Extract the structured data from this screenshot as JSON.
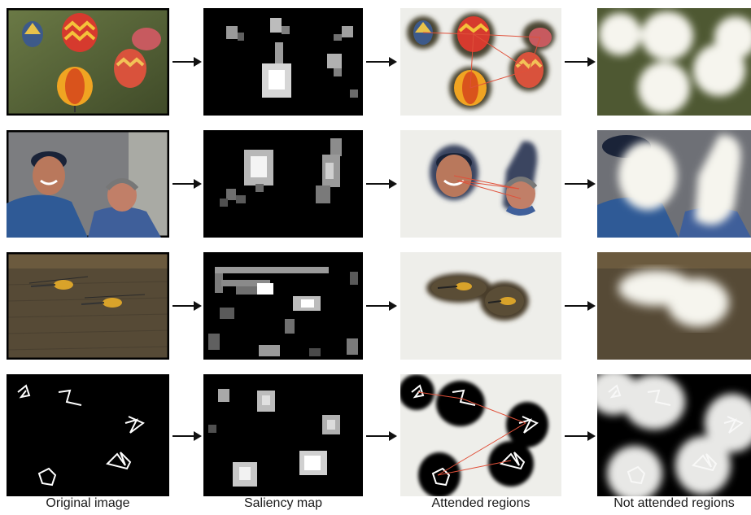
{
  "captions": {
    "original": "Original image",
    "saliency": "Saliency map",
    "attended": "Attended regions",
    "not_attended": "Not attended regions"
  },
  "rows": [
    {
      "scene": "hot-air-balloons"
    },
    {
      "scene": "two-people-portrait"
    },
    {
      "scene": "helicopters-over-field"
    },
    {
      "scene": "line-drawing-shapes"
    }
  ],
  "colors": {
    "arrow": "#111111",
    "background": "#ffffff",
    "panel_dark": "#000000",
    "attended_bg": "#eeeeea",
    "scanpath": "#e0503a"
  }
}
